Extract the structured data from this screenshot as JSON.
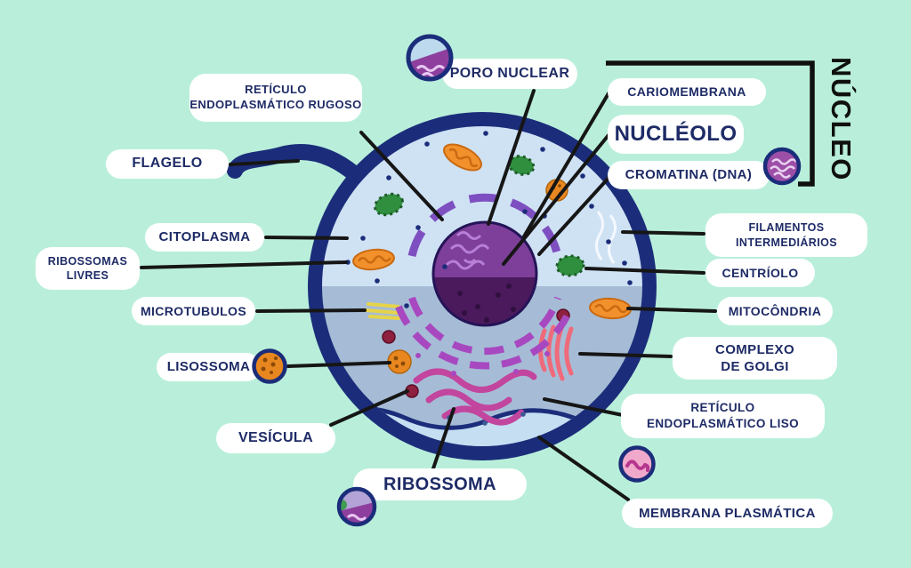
{
  "background": "#b9efda",
  "palette": {
    "cell_membrane": "#1b2d7a",
    "cytoplasm_top": "#cfe2f4",
    "cytoplasm_bottom": "#a6bcd6",
    "nucleus_top": "#7d3f99",
    "nucleus_bottom": "#4a1a5c",
    "label_bg": "#ffffff",
    "label_text": "#1e2b66",
    "connector_line": "#161616",
    "mitochondria": "#f2912c",
    "golgi": "#ef6a7a",
    "smooth_er": "#c2459e"
  },
  "labels": {
    "reticulo_rugoso": [
      "RETÍCULO",
      "ENDOPLASMÁTICO RUGOSO"
    ],
    "poro_nuclear": "PORO NUCLEAR",
    "cariomembrana": "CARIOMEMBRANA",
    "nucleolo": "NUCLÉOLO",
    "cromatina": "CROMATINA (DNA)",
    "nucleo": "NÚCLEO",
    "flagelo": "FLAGELO",
    "citoplasma": "CITOPLASMA",
    "ribossomas_livres": [
      "RIBOSSOMAS",
      "LIVRES"
    ],
    "microtubulos": "MICROTUBULOS",
    "lisossoma": "LISOSSOMA",
    "vesicula": "VESÍCULA",
    "ribossoma": "RIBOSSOMA",
    "filamentos_intermediarios": [
      "FILAMENTOS",
      "INTERMEDIÁRIOS"
    ],
    "centriolo": "CENTRÍOLO",
    "mitocondria": "MITOCÔNDRIA",
    "complexo_golgi": [
      "COMPLEXO",
      "DE GOLGI"
    ],
    "reticulo_liso": [
      "RETÍCULO",
      "ENDOPLASMÁTICO LISO"
    ],
    "membrana_plasmatica": "MEMBRANA PLASMÁTICA"
  },
  "icons": {
    "poro_nuclear": "nuclear-pore-inset-icon",
    "cromatina": "chromatin-inset-icon",
    "lisossoma": "lysosome-inset-icon",
    "reticulo_liso": "smooth-er-inset-icon",
    "ribossoma": "ribosome-inset-icon"
  }
}
